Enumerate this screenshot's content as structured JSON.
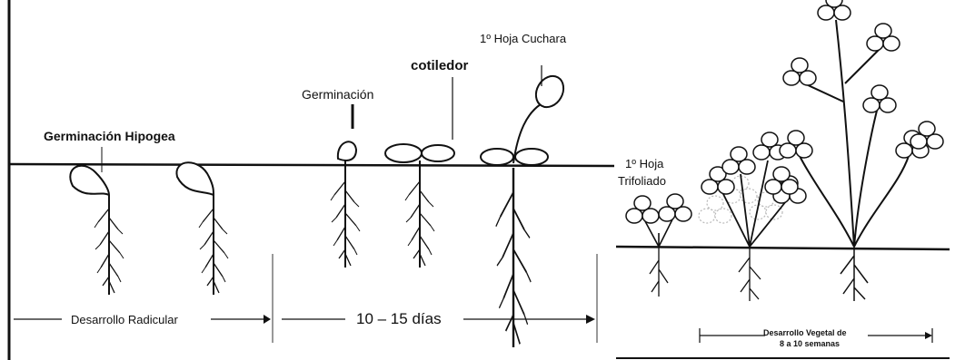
{
  "labels": {
    "hipogea": "Germinación Hipogea",
    "germinacion": "Germinación",
    "cotiledor": "cotiledor",
    "hoja_cuchara": "1º Hoja Cuchara",
    "hoja_trifoliado_1": "1º Hoja",
    "hoja_trifoliado_2": "Trifoliado",
    "desarrollo_radicular": "Desarrollo Radicular",
    "dias": "10 – 15 días",
    "vegetal_1": "Desarrollo Vegetal de",
    "vegetal_2": "8 a 10 semanas"
  },
  "colors": {
    "ink": "#111111",
    "faded": "#b8b8b8",
    "background": "#ffffff"
  }
}
